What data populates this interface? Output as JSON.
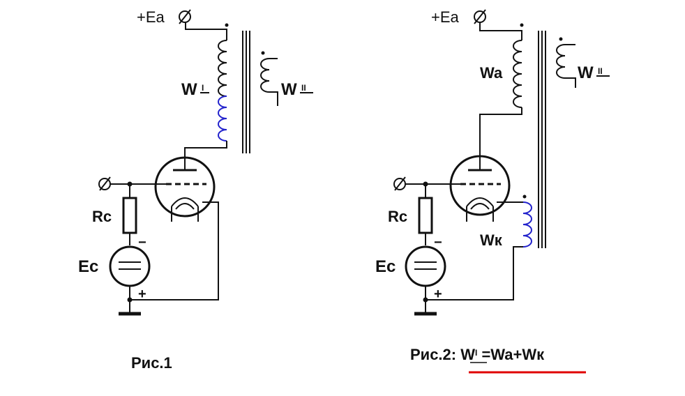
{
  "colors": {
    "line": "#111111",
    "coil_blue": "#2222cc",
    "underline_red": "#e00000"
  },
  "fig1": {
    "supply_label": "+Ea",
    "primary_label": "W",
    "primary_sub": "I",
    "secondary_label": "W",
    "secondary_sub": "II",
    "resistor_label": "Rc",
    "battery_label": "Ec",
    "minus": "−",
    "plus": "+",
    "caption": "Рис.1"
  },
  "fig2": {
    "supply_label": "+Ea",
    "anode_coil_label": "Wa",
    "secondary_label": "W",
    "secondary_sub": "II",
    "resistor_label": "Rc",
    "battery_label": "Ec",
    "cathode_coil_label": "Wк",
    "minus": "−",
    "plus": "+",
    "caption_prefix": "Рис.2: ",
    "caption_w": "W",
    "caption_sub": "I",
    "caption_rest": " =Wa+Wк"
  }
}
